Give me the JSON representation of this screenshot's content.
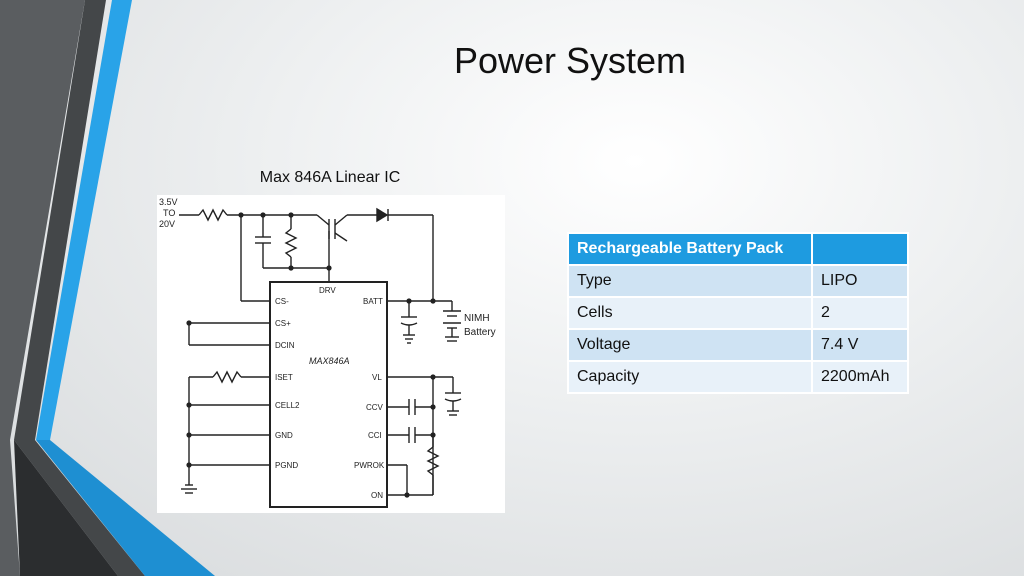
{
  "slide": {
    "title": "Power System",
    "caption": "Max 846A Linear IC"
  },
  "schematic": {
    "input_label_line1": "3.5V",
    "input_label_line2": "TO",
    "input_label_line3": "20V",
    "chip_name": "MAX846A",
    "pins_left": [
      "CS-",
      "CS+",
      "DCIN",
      "ISET",
      "CELL2",
      "GND",
      "PGND"
    ],
    "pins_right": [
      "BATT",
      "VL",
      "CCV",
      "CCI",
      "PWROK",
      "ON"
    ],
    "pin_top": "DRV",
    "battery_label_line1": "NIMH",
    "battery_label_line2": "Battery"
  },
  "table": {
    "header": [
      "Rechargeable Battery Pack",
      ""
    ],
    "rows": [
      [
        "Type",
        "LIPO"
      ],
      [
        "Cells",
        "2"
      ],
      [
        "Voltage",
        "7.4 V"
      ],
      [
        "Capacity",
        "2200mAh"
      ]
    ]
  },
  "colors": {
    "accent_blue": "#1e9be0",
    "dark_gray": "#3d3d3d",
    "deep_blue": "#1478b8"
  }
}
